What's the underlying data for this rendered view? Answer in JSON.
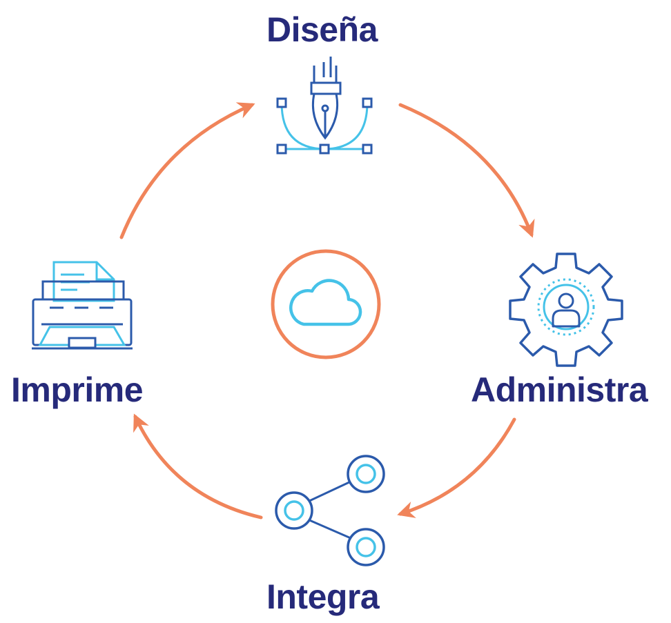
{
  "diagram": {
    "type": "cycle",
    "center": {
      "icon": "cloud-icon"
    },
    "steps": [
      {
        "label": "Diseña",
        "icon": "pen-tool-icon"
      },
      {
        "label": "Administra",
        "icon": "gear-user-icon"
      },
      {
        "label": "Integra",
        "icon": "share-nodes-icon"
      },
      {
        "label": "Imprime",
        "icon": "printer-icon"
      }
    ],
    "arrow_direction": "clockwise"
  },
  "colors": {
    "label": "#262a7a",
    "icon_dark": "#2b5aab",
    "icon_light": "#45c2e8",
    "arrow": "#f0845a",
    "center_ring": "#f0845a"
  }
}
